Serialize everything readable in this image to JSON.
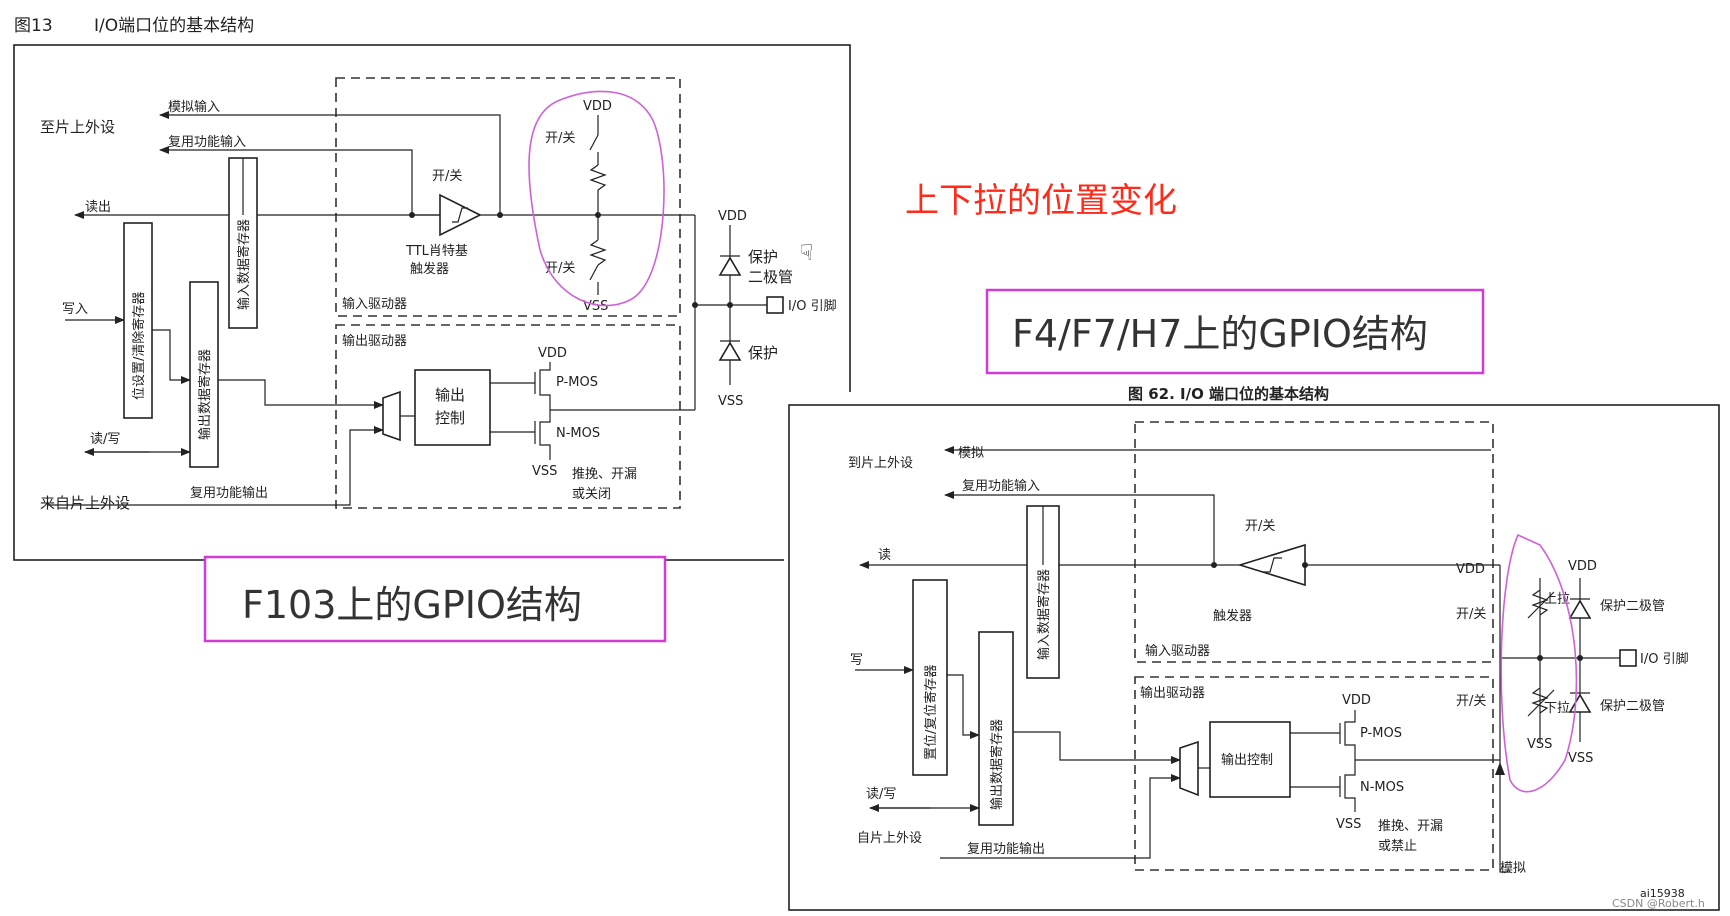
{
  "top_caption": {
    "fig_no": "图13",
    "title": "I/O端口位的基本结构"
  },
  "annotation_red": "上下拉的位置变化",
  "label_f103": "F103上的GPIO结构",
  "label_f4": "F4/F7/H7上的GPIO结构",
  "left_diagram": {
    "to_periph": "至片上外设",
    "analog_in": "模拟输入",
    "alt_in": "复用功能输入",
    "read": "读出",
    "write": "写入",
    "rw": "读/写",
    "from_periph": "来自片上外设",
    "alt_out": "复用功能输出",
    "input_reg": "输入数据寄存器",
    "bsr_reg": "位设置/清除寄存器",
    "output_reg": "输出数据寄存器",
    "onoff1": "开/关",
    "onoff2": "开/关",
    "onoff3": "开/关",
    "ttl_line1": "TTL肖特基",
    "ttl_line2": "触发器",
    "input_driver": "输入驱动器",
    "output_driver": "输出驱动器",
    "out_ctrl1": "输出",
    "out_ctrl2": "控制",
    "vdd": "VDD",
    "vss": "VSS",
    "pmos": "P-MOS",
    "nmos": "N-MOS",
    "push_pull1": "推挽、开漏",
    "push_pull2": "或关闭",
    "protect1": "保护",
    "protect1b": "二极管",
    "protect2": "保护",
    "io_pin": "I/O 引脚"
  },
  "right_diagram": {
    "title": "图 62. I/O 端口位的基本结构",
    "to_periph": "到片上外设",
    "analog": "模拟",
    "alt_in": "复用功能输入",
    "read": "读",
    "write": "写",
    "rw": "读/写",
    "from_periph": "自片上外设",
    "alt_out": "复用功能输出",
    "input_reg": "输入数据寄存器",
    "bsr_reg": "置位/复位寄存器",
    "output_reg": "输出数据寄存器",
    "onoff": "开/关",
    "trigger": "触发器",
    "input_driver": "输入驱动器",
    "output_driver": "输出驱动器",
    "out_ctrl": "输出控制",
    "vdd": "VDD",
    "vss": "VSS",
    "pmos": "P-MOS",
    "nmos": "N-MOS",
    "push_pull1": "推挽、开漏",
    "push_pull2": "或禁止",
    "onoff_pu": "开/关",
    "onoff_pd": "开/关",
    "pullup": "上拉",
    "pulldown": "下拉",
    "protect_diode1": "保护二极管",
    "protect_diode2": "保护二极管",
    "io_pin": "I/O 引脚",
    "analog_bottom": "模拟",
    "code": "ai15938"
  },
  "watermark": "CSDN @Robert.h"
}
